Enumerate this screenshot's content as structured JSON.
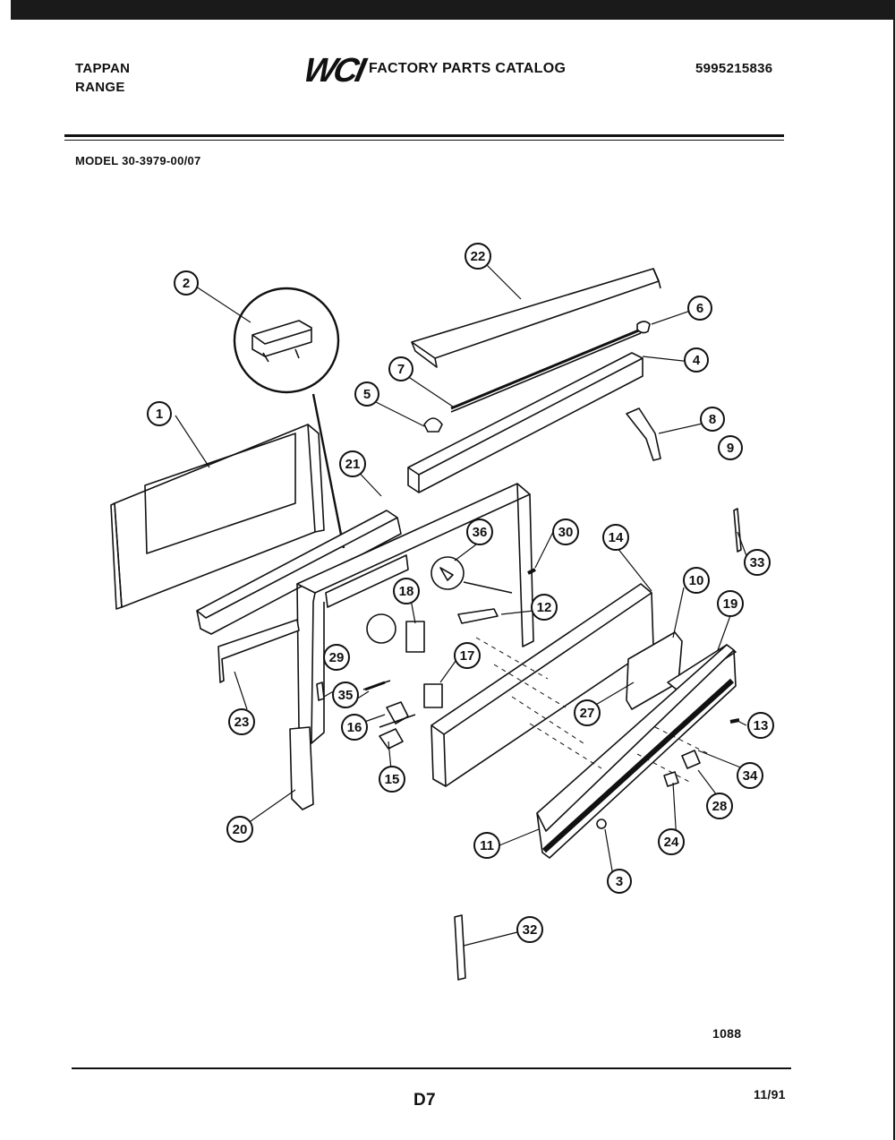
{
  "header": {
    "brand_line1": "TAPPAN",
    "brand_line2": "RANGE",
    "logo_text": "WCI",
    "catalog_title": "FACTORY PARTS CATALOG",
    "catalog_number": "5995215836"
  },
  "model_line": "MODEL 30-3979-00/07",
  "diagram": {
    "callouts": [
      "1",
      "2",
      "3",
      "4",
      "5",
      "6",
      "7",
      "8",
      "9",
      "10",
      "11",
      "12",
      "13",
      "14",
      "15",
      "16",
      "17",
      "18",
      "19",
      "20",
      "21",
      "22",
      "23",
      "24",
      "27",
      "28",
      "29",
      "30",
      "32",
      "33",
      "34",
      "35",
      "36"
    ]
  },
  "footer": {
    "figure_number": "1088",
    "page_code": "D7",
    "date": "11/91"
  },
  "colors": {
    "ink": "#111111",
    "paper": "#ffffff"
  }
}
